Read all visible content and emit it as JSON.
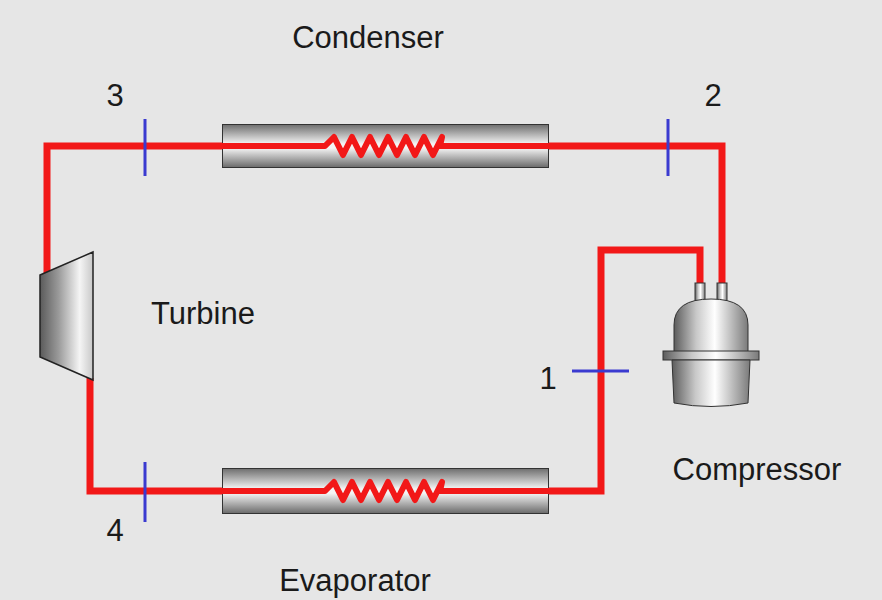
{
  "diagram": {
    "nodes": [
      {
        "text": [
          "Condenser"
        ]
      },
      {
        "text": [
          "Turbine"
        ]
      },
      {
        "text": [
          "Compressor"
        ]
      },
      {
        "text": [
          "Evaporator"
        ]
      }
    ],
    "edges": [
      {
        "from": 2,
        "to": 0,
        "arrow": "none"
      },
      {
        "from": 0,
        "to": 1,
        "arrow": "none"
      },
      {
        "from": 1,
        "to": 3,
        "arrow": "none"
      },
      {
        "from": 3,
        "to": 2,
        "arrow": "none"
      }
    ],
    "labels": [
      "3",
      "2",
      "1",
      "4"
    ]
  }
}
